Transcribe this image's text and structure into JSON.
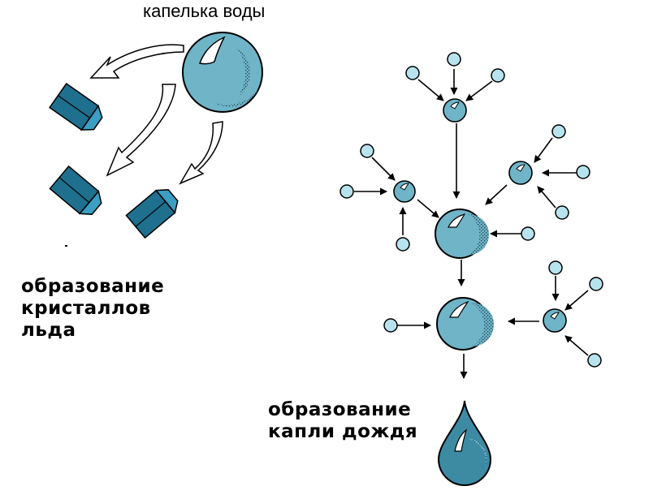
{
  "labels": {
    "water_droplet": "капелька воды",
    "ice_formation": [
      "образование",
      "кристаллов",
      "льда"
    ],
    "raindrop_formation": [
      "образование",
      "капли дождя"
    ]
  },
  "colors": {
    "droplet_fill": "#6fb4c7",
    "small_droplet_fill": "#b7e3ee",
    "crystal_front": "#1f6f8f",
    "crystal_side": "#3a9fc2",
    "crystal_top": "#2b8bb0",
    "outline": "#000000"
  }
}
